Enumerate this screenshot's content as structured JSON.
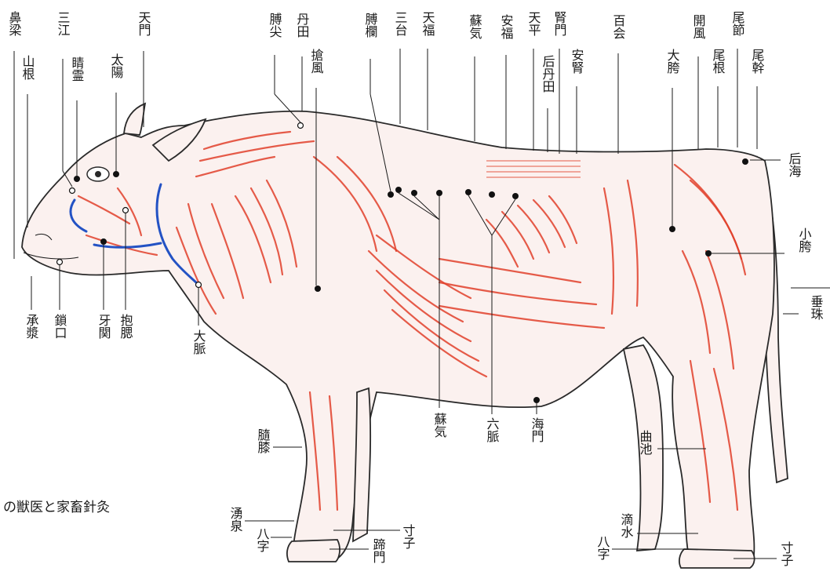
{
  "caption": "の獣医と家畜針灸",
  "colors": {
    "muscle": "#e0402a",
    "vein": "#2352c4",
    "outline": "#2a2a2a",
    "text": "#1a1a1a"
  },
  "labels": {
    "bikyou": "鼻梁",
    "sankou": "三江",
    "tenmon": "天門",
    "sanko": "山根",
    "seirei": "睛霊",
    "taiyou": "太陽",
    "kenshi": "膊尖",
    "tanden": "丹田",
    "soufu": "搶風",
    "kenran": "膊欄",
    "sandai": "三台",
    "tenpuku": "天福",
    "soki_top": "蘇気",
    "anpuku": "安福",
    "tenpei": "天平",
    "jinmon": "腎門",
    "kotanden": "后丹田",
    "anjin": "安腎",
    "hyakue": "百会",
    "kaifuu": "開風",
    "bisetsu": "尾節",
    "daiko": "大胯",
    "bikon": "尾根",
    "bikan": "尾幹",
    "kokai": "后海",
    "shouko": "小胯",
    "suishu": "垂珠",
    "shoukou": "承漿",
    "sakou": "鎖口",
    "gakan": "牙関",
    "houtai": "抱腮",
    "daimyaku": "大脈",
    "soki_bottom": "蘇気",
    "rokumyaku": "六脈",
    "kaimon": "海門",
    "shitsushitsu": "膸膝",
    "kyokuchi": "曲池",
    "yusen": "湧泉",
    "hachiji_front": "八字",
    "sunshi_front": "寸子",
    "teimon": "蹄門",
    "tekisui": "滴水",
    "hachiji_rear": "八字",
    "sunshi_rear": "寸子"
  }
}
